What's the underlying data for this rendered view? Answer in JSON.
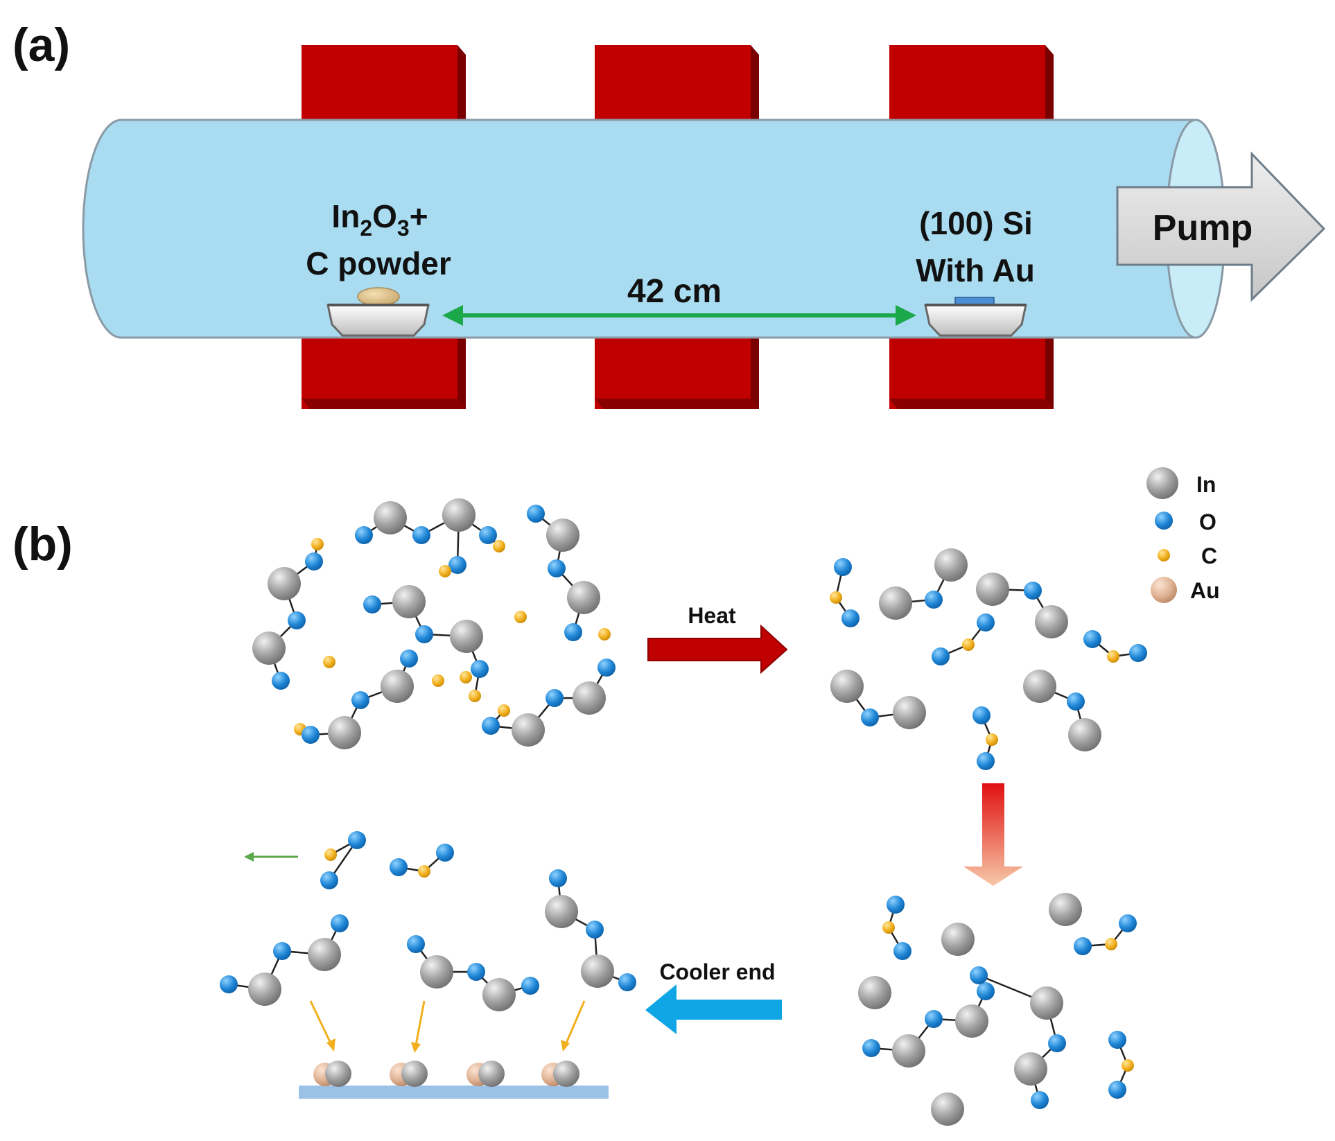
{
  "panel_a": {
    "label": "(a)",
    "source": {
      "line1_main": "In",
      "line1_sub1": "2",
      "line1_mid": "O",
      "line1_sub2": "3",
      "line1_end": "+",
      "line2": "C powder"
    },
    "distance": "42 cm",
    "substrate": {
      "line1": "(100) Si",
      "line2": "With Au"
    },
    "pump": "Pump"
  },
  "panel_b": {
    "label": "(b)",
    "heat": "Heat",
    "cooler": "Cooler end",
    "legend": [
      {
        "name": "In",
        "color": "#8f8f8f"
      },
      {
        "name": "O",
        "color": "#1f86d6"
      },
      {
        "name": "C",
        "color": "#f2b01e"
      },
      {
        "name": "Au",
        "color": "#e0b294"
      }
    ]
  },
  "colors": {
    "furnace": "#c00000",
    "tube": "#a9dcf1",
    "distance_arrow": "#1aa84a",
    "heat_arrow": "#c00000",
    "cool_arrow": "#10a6e6",
    "substrate": "#9bc2e6"
  }
}
